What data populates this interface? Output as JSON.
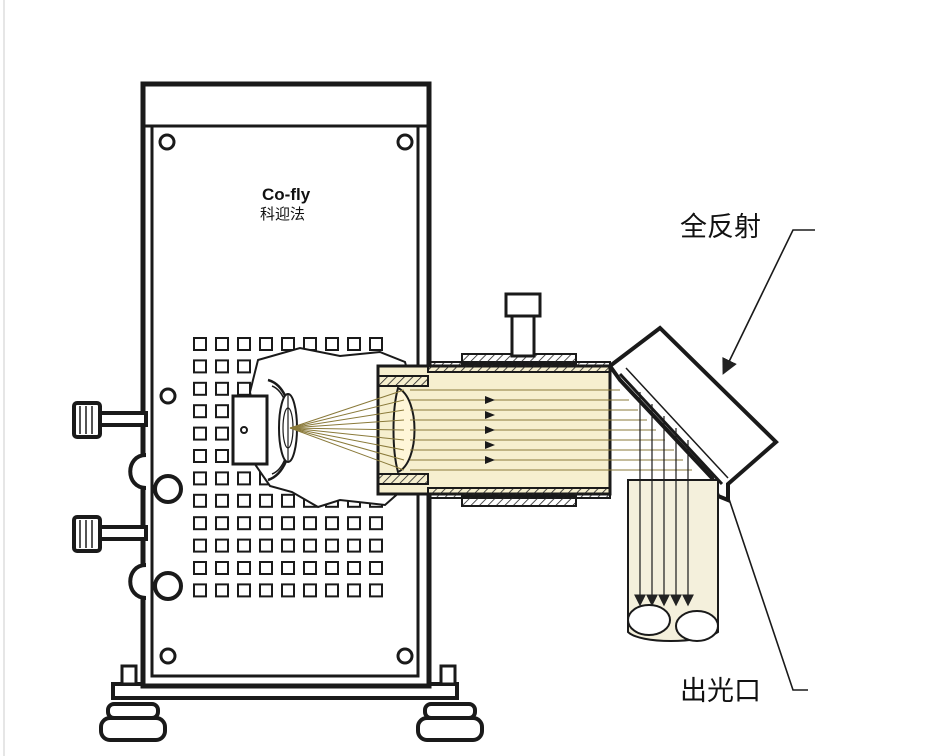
{
  "brand": {
    "name": "Co-fly",
    "name_cn": "科迎法"
  },
  "labels": {
    "total_reflection": "全反射",
    "light_outlet": "出光口"
  },
  "colors": {
    "line": "#1a1a1a",
    "panel": "#ffffff",
    "beam_fill": "#f6efcf",
    "beam_ray": "#8a7a3a",
    "pipe_fill": "#f4f0dc"
  }
}
